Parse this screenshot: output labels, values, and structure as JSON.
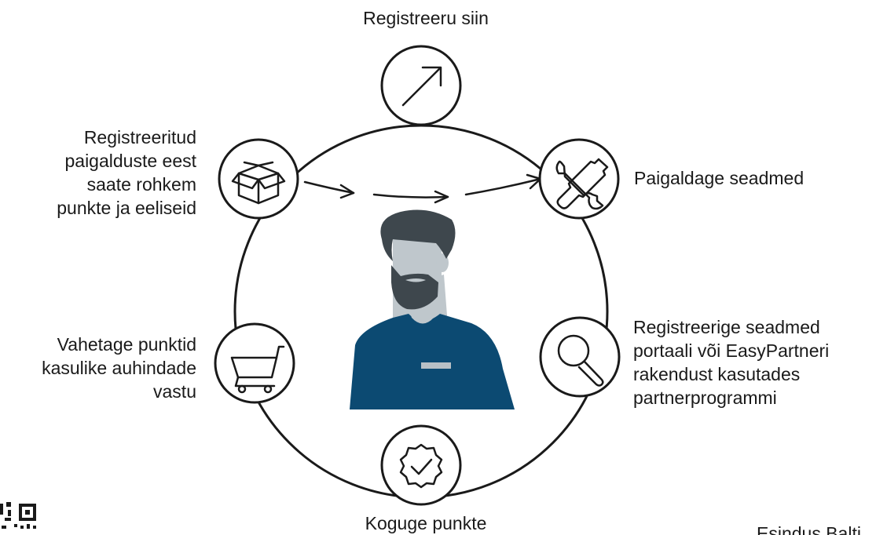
{
  "steps": {
    "register_here": "Registreeru siin",
    "install_devices": "Paigaldage seadmed",
    "register_devices": "Registreerige seadmed\nportaali või EasyPartneri\nrakendust kasutades\npartnerprogrammi",
    "collect_points": "Koguge punkte",
    "exchange_points": "Vahetage punktid\nkasulike auhindade\nvastu",
    "more_points": "Registreeritud\npaigalduste eest\nsaate rohkem\npunkte ja eeliseid"
  },
  "footer": {
    "text": "Esindus Balti"
  },
  "icons": {
    "register_here": "arrow-up-right-icon",
    "install_devices": "wrench-screwdriver-icon",
    "register_devices": "magnifier-icon",
    "collect_points": "check-badge-icon",
    "exchange_points": "shopping-cart-icon",
    "more_points": "open-box-icon",
    "person": "installer-person-illustration",
    "qr": "qr-code-icon"
  },
  "colors": {
    "stroke": "#1a1a1a",
    "shirt": "#0c4a72",
    "skin": "#bfc7cc",
    "hair": "#3e474d",
    "badge": "#b8c0c6"
  }
}
